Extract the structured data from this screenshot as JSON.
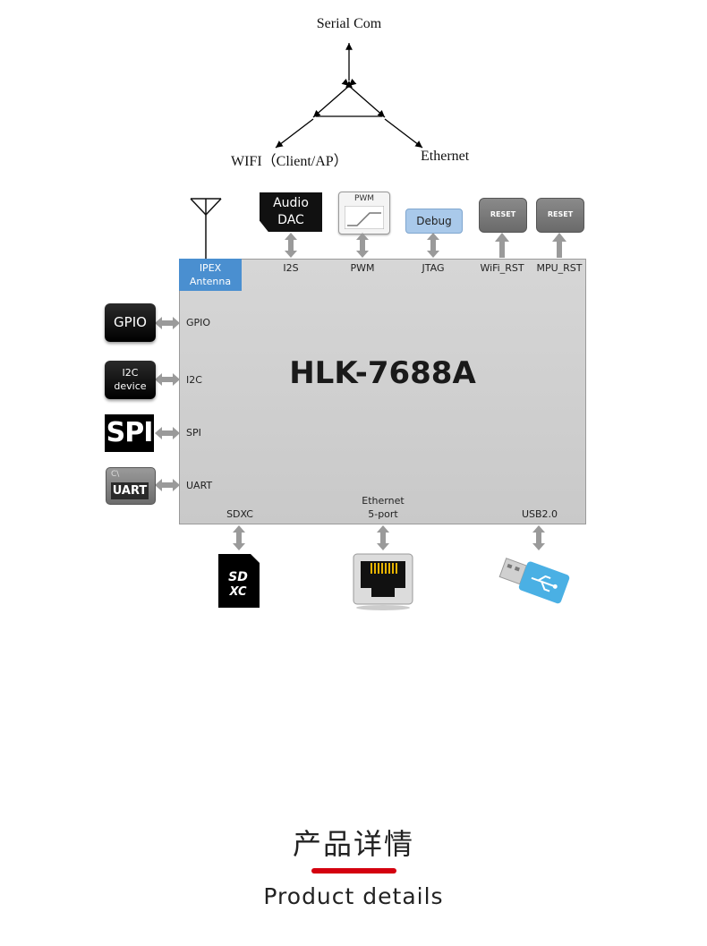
{
  "topology": {
    "serial": "Serial Com",
    "wifi": "WIFI（Client/AP）",
    "ethernet": "Ethernet"
  },
  "module": {
    "name": "HLK-7688A",
    "ipex": [
      "IPEX",
      "Antenna"
    ],
    "top_pins": [
      "I2S",
      "PWM",
      "JTAG",
      "WiFi_RST",
      "MPU_RST"
    ],
    "left_pins": [
      "GPIO",
      "I2C",
      "SPI",
      "UART"
    ],
    "bottom_pins": {
      "sdxc": "SDXC",
      "ethernet": [
        "Ethernet",
        "5-port"
      ],
      "usb": "USB2.0"
    }
  },
  "peripherals": {
    "audio": [
      "Audio",
      "DAC"
    ],
    "pwm": "PWM",
    "debug": "Debug",
    "reset1": "RESET",
    "reset2": "RESET",
    "gpio": "GPIO",
    "i2c": [
      "I2C",
      "device"
    ],
    "spi": "SPI",
    "uart_small": "C\\",
    "uart": "UART",
    "sd_top": "SD",
    "sd_bottom": "XC"
  },
  "section": {
    "title": "产品详情",
    "subtitle": "Product details"
  },
  "colors": {
    "accent_red": "#d4000f",
    "ipex_blue": "#4a8fd0",
    "debug_blue": "#a9c9ea"
  }
}
